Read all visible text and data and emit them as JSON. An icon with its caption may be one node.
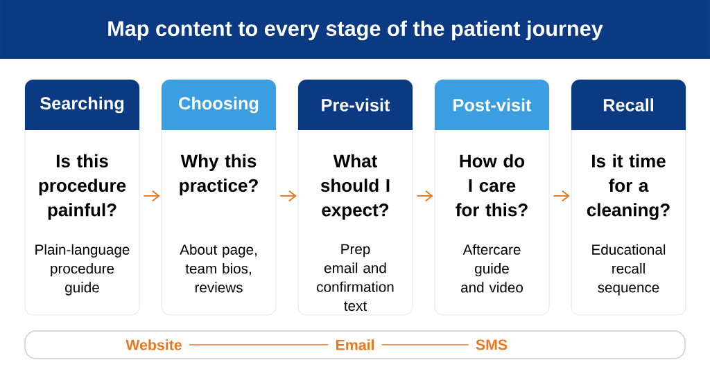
{
  "diagram": {
    "title": "Map content to every stage of the patient journey",
    "nodes": [
      {
        "text": [
          "Searching",
          "Is this procedure painful?",
          "Plain-language procedure guide"
        ]
      },
      {
        "text": [
          "Choosing",
          "Why this practice?",
          "About page, team bios, reviews"
        ]
      },
      {
        "text": [
          "Pre-visit",
          "What should I expect?",
          "Prep email and confirmation text"
        ]
      },
      {
        "text": [
          "Post-visit",
          "How do I care for this?",
          "Aftercare guide and video"
        ]
      },
      {
        "text": [
          "Recall",
          "Is it time for a cleaning?",
          "Educational recall sequence"
        ]
      },
      {
        "text": [],
        "shape": "box"
      },
      {
        "text": [
          "Website"
        ],
        "in": 5
      },
      {
        "text": [
          "Email"
        ],
        "in": 5
      },
      {
        "text": [
          "SMS"
        ],
        "in": 5
      }
    ],
    "edges": [
      {
        "from": 0,
        "to": 1,
        "arrow": "to"
      },
      {
        "from": 1,
        "to": 2,
        "arrow": "to"
      },
      {
        "from": 2,
        "to": 3,
        "arrow": "to"
      },
      {
        "from": 3,
        "to": 4,
        "arrow": "to"
      },
      {
        "from": 6,
        "to": 7,
        "arrow": "none"
      },
      {
        "from": 7,
        "to": 8,
        "arrow": "none"
      }
    ]
  }
}
